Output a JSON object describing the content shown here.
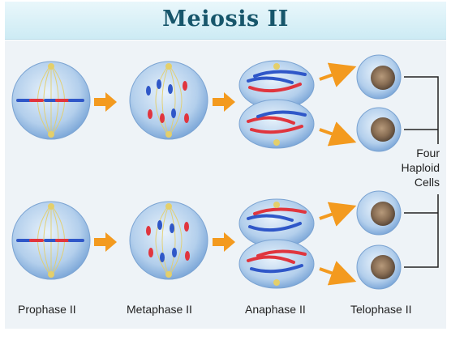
{
  "title": "Meiosis II",
  "phases": [
    "Prophase II",
    "Metaphase II",
    "Anaphase II",
    "Telophase II"
  ],
  "result_label": [
    "Four",
    "Haploid",
    "Cells"
  ],
  "colors": {
    "cell": "#a9c9ea",
    "chrom_red": "#e0353e",
    "chrom_blue": "#2f57c8",
    "arrow": "#f39a1f",
    "spindle": "#e4cf6a",
    "nucleus": "#8a6f55"
  }
}
